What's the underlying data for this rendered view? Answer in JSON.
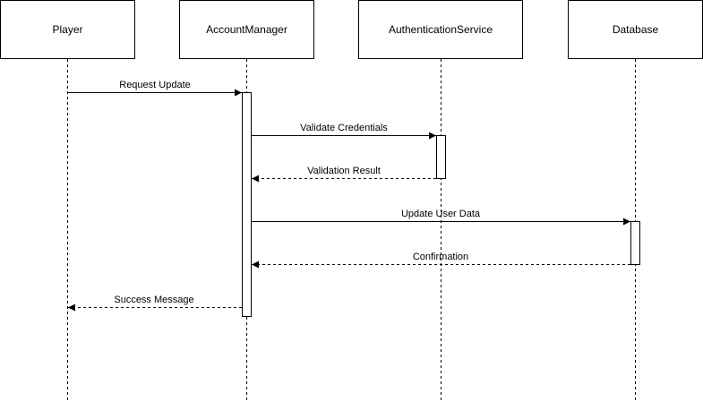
{
  "participants": [
    {
      "id": "player",
      "label": "Player"
    },
    {
      "id": "account_manager",
      "label": "AccountManager"
    },
    {
      "id": "auth_service",
      "label": "AuthenticationService"
    },
    {
      "id": "database",
      "label": "Database"
    }
  ],
  "messages": [
    {
      "id": "request_update",
      "label": "Request Update",
      "from": "player",
      "to": "account_manager",
      "style": "solid"
    },
    {
      "id": "validate_credentials",
      "label": "Validate Credentials",
      "from": "account_manager",
      "to": "auth_service",
      "style": "solid"
    },
    {
      "id": "validation_result",
      "label": "Validation Result",
      "from": "auth_service",
      "to": "account_manager",
      "style": "dashed"
    },
    {
      "id": "update_user_data",
      "label": "Update User Data",
      "from": "account_manager",
      "to": "database",
      "style": "solid"
    },
    {
      "id": "confirmation",
      "label": "Confirmation",
      "from": "database",
      "to": "account_manager",
      "style": "dashed"
    },
    {
      "id": "success_message",
      "label": "Success Message",
      "from": "account_manager",
      "to": "player",
      "style": "dashed"
    }
  ]
}
